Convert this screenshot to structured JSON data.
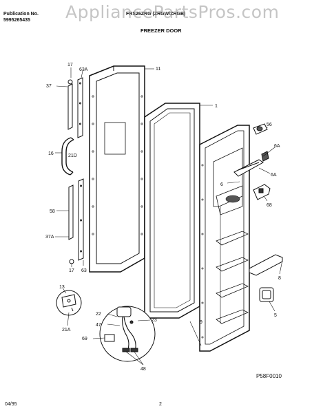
{
  "header": {
    "publication_label": "Publication No.",
    "publication_number": "5995265435",
    "model_text": "FRS26ZRG (ZRGW/ZRGB)",
    "section_title": "FREEZER DOOR"
  },
  "watermark": "AppliancePartsPros.com",
  "part_labels": {
    "p17_top": "17",
    "p63A": "63A",
    "p11": "11",
    "p37": "37",
    "p16": "16",
    "p21D": "21D",
    "p58_left": "58",
    "p37A": "37A",
    "p17_bottom": "17",
    "p63": "63",
    "p1": "1",
    "p56": "56",
    "p6A_top": "6A",
    "p6A_mid": "6A",
    "p6": "6",
    "p68": "68",
    "p8": "8",
    "p5": "5",
    "p9": "9",
    "p13": "13",
    "p21A": "21A",
    "p22": "22",
    "p47": "47",
    "p23": "23",
    "p69": "69",
    "p48": "48"
  },
  "diagram_code": "P58F0010",
  "footer": {
    "date": "04/95",
    "page": "2"
  }
}
